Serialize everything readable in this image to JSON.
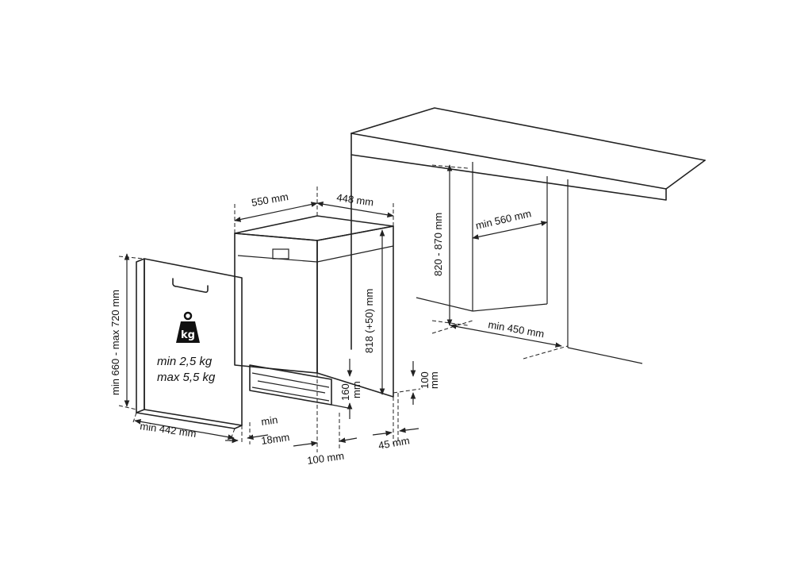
{
  "labels": {
    "depth": "550 mm",
    "width": "448 mm",
    "height": "818 (+50) mm",
    "panel_height": "min 660 - max 720 mm",
    "panel_width": "min 442 mm",
    "weight_kg": "kg",
    "weight_min": "min  2,5 kg",
    "weight_max": "max 5,5 kg",
    "min_label": "min",
    "min_18": "18mm",
    "plinth_100": "100 mm",
    "plinth_160": "160",
    "plinth_160_unit": "mm",
    "foot_45": "45 mm",
    "side_100": "100",
    "side_100_unit": "mm",
    "niche_height": "820 - 870 mm",
    "niche_depth": "min 560 mm",
    "niche_width": "min 450 mm"
  }
}
